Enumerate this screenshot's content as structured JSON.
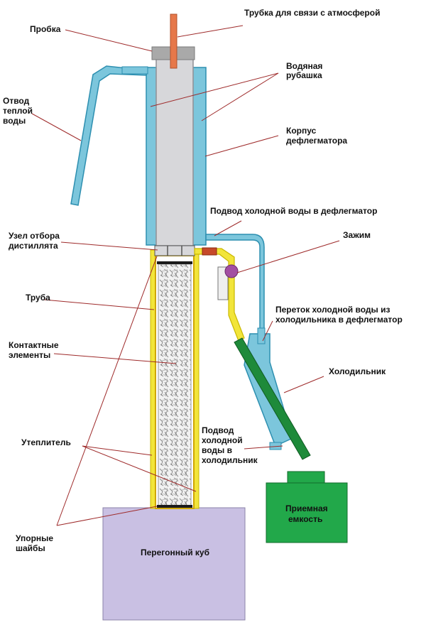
{
  "colors": {
    "water_jacket": "#7cc6dc",
    "water_jacket_stroke": "#2d8fb0",
    "dephlegmator_body": "#d7d7da",
    "plug": "#a9a9a9",
    "atmosphere_tube": "#e6784a",
    "pipe_yellow": "#f2e53a",
    "cooler_green": "#1e8a3a",
    "still_pot": "#c9c0e3",
    "receiver": "#22a84a",
    "clamp": "#a24fa2",
    "leader_line": "#9e2a2a"
  },
  "labels": {
    "atmosphere_tube": "Трубка для связи с атмосферой",
    "plug": "Пробка",
    "water_jacket_1": "Водяная",
    "water_jacket_2": "рубашка",
    "warm_outlet_1": "Отвод",
    "warm_outlet_2": "теплой",
    "warm_outlet_3": "воды",
    "body_1": "Корпус",
    "body_2": "дефлегматора",
    "cold_in_defl": "Подвод холодной воды в дефлегматор",
    "takeoff_1": "Узел отбора",
    "takeoff_2": "дистиллята",
    "clamp": "Зажим",
    "pipe": "Труба",
    "overflow_1": "Переток холодной воды из",
    "overflow_2": "холодильника в дефлегматор",
    "contact_1": "Контактные",
    "contact_2": "элементы",
    "cooler": "Холодильник",
    "cold_in_cooler_1": "Подвод",
    "cold_in_cooler_2": "холодной",
    "cold_in_cooler_3": "воды в",
    "cold_in_cooler_4": "холодильник",
    "insulation": "Утеплитель",
    "receiver_1": "Приемная",
    "receiver_2": "емкость",
    "washers_1": "Упорные",
    "washers_2": "шайбы",
    "still": "Перегонный куб"
  }
}
